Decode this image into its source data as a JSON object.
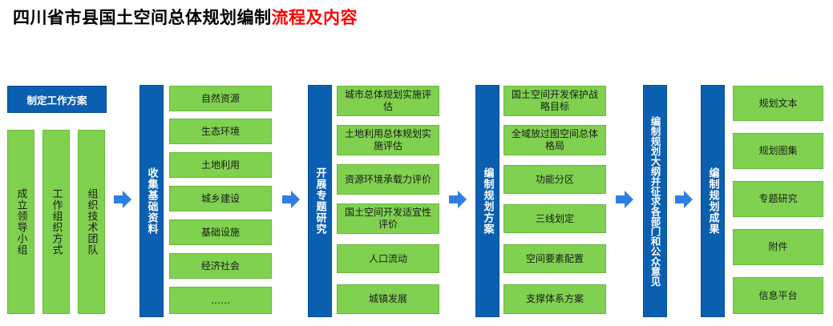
{
  "title": {
    "main": "四川省市县国土空间总体规划编制",
    "highlight": "流程及内容"
  },
  "colors": {
    "blue": "#0b5fb0",
    "green": "#7fd14f",
    "highlight": "#ff0000",
    "arrow": "#2f7fe0"
  },
  "col1": {
    "header": "制定工作方案",
    "items": [
      "成立领导小组",
      "工作组织方式",
      "组织技术团队"
    ]
  },
  "col2": {
    "header": "收集基础资料",
    "items": [
      "自然资源",
      "生态环境",
      "土地利用",
      "城乡建设",
      "基础设施",
      "经济社会",
      "……"
    ]
  },
  "col3": {
    "header": "开展专题研究",
    "items": [
      "城市总体规划实施评估",
      "土地利用总体规划实施评估",
      "资源环境承载力评价",
      "国土空间开发适宜性评价",
      "人口流动",
      "城镇发展"
    ]
  },
  "col4": {
    "header": "编制规划方案",
    "items": [
      "国土空间开发保护战略目标",
      "全域放过图空间总体格局",
      "功能分区",
      "三线划定",
      "空间要素配置",
      "支撑体系方案"
    ]
  },
  "col5": {
    "header": "编制规划大纲并征求各部门和公众意见"
  },
  "col6": {
    "header": "编制规划成果",
    "items": [
      "规划文本",
      "规划图集",
      "专题研究",
      "附件",
      "信息平台"
    ]
  }
}
